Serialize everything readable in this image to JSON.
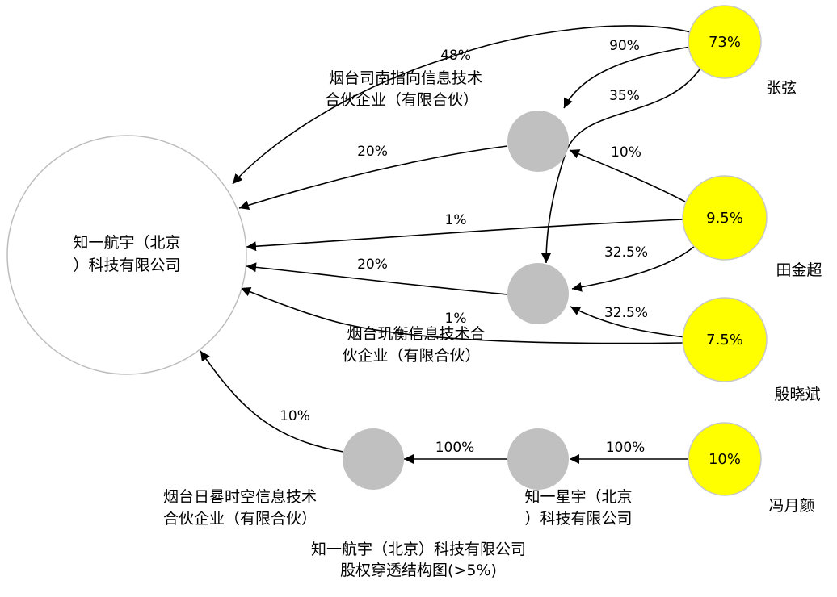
{
  "nodes": {
    "target": {
      "label_lines": [
        "知一航宇（北京",
        "）科技有限公司"
      ]
    },
    "nanzhi": {
      "label_lines": [
        "烟台司南指向信息技术",
        "合伙企业（有限合伙）"
      ]
    },
    "qiheng": {
      "label_lines": [
        "烟台玑衡信息技术合",
        "伙企业（有限合伙）"
      ]
    },
    "rigui": {
      "label_lines": [
        "烟台日晷时空信息技术",
        "合伙企业（有限合伙）"
      ]
    },
    "xingyu": {
      "label_lines": [
        "知一星宇（北京",
        "）科技有限公司"
      ]
    },
    "zhang": {
      "name": "张弦",
      "value": "73%"
    },
    "tian": {
      "name": "田金超",
      "value": "9.5%"
    },
    "yin": {
      "name": "殷晓斌",
      "value": "7.5%"
    },
    "feng": {
      "name": "冯月颜",
      "value": "10%"
    }
  },
  "edges": [
    {
      "id": "zhang-target",
      "label": "48%"
    },
    {
      "id": "zhang-nanzhi",
      "label": "90%"
    },
    {
      "id": "zhang-qiheng",
      "label": "35%"
    },
    {
      "id": "tian-nanzhi",
      "label": "10%"
    },
    {
      "id": "nanzhi-target",
      "label": "20%"
    },
    {
      "id": "tian-target",
      "label": "1%"
    },
    {
      "id": "tian-qiheng",
      "label": "32.5%"
    },
    {
      "id": "qiheng-target",
      "label": "20%"
    },
    {
      "id": "yin-qiheng",
      "label": "32.5%"
    },
    {
      "id": "yin-target",
      "label": "1%"
    },
    {
      "id": "rigui-target",
      "label": "10%"
    },
    {
      "id": "xingyu-rigui",
      "label": "100%"
    },
    {
      "id": "feng-xingyu",
      "label": "100%"
    }
  ],
  "title_lines": [
    "知一航宇（北京）科技有限公司",
    "股权穿透结构图(>5%)"
  ],
  "colors": {
    "target_fill": "#ffffff",
    "target_stroke": "#bdbdbd",
    "entity_fill": "#c0c0c0",
    "person_fill": "#ffff00",
    "person_stroke": "#c8c8c8",
    "edge": "#000000"
  }
}
